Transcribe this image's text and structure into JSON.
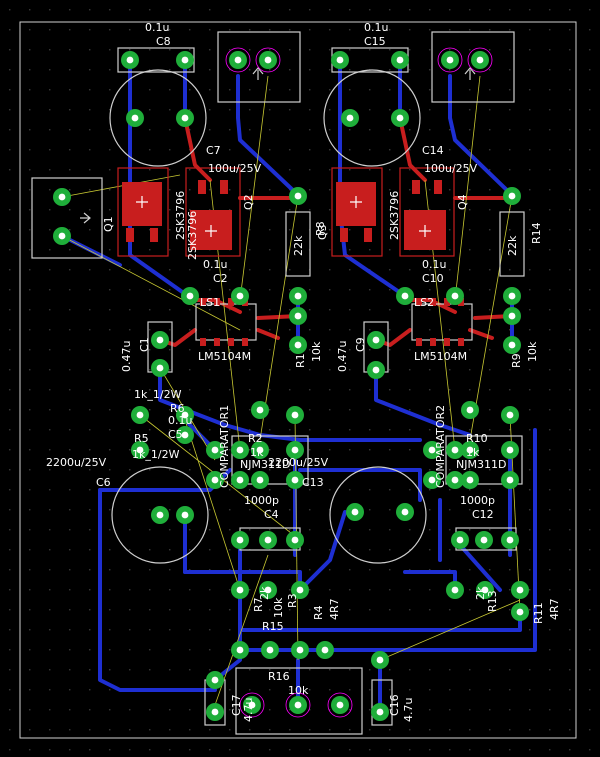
{
  "colors": {
    "background": "#000000",
    "grid_dot": "#3a3a3a",
    "outline": "#cfcfcf",
    "pad": "#1fae3a",
    "drill": "#ff00ff",
    "top_copper": "#c81e1e",
    "bottom_copper": "#1e2fd2",
    "airwire": "#c8c832",
    "text": "#ffffff"
  },
  "labels": {
    "c8_val": "0.1u",
    "c8": "C8",
    "c15_val": "0.1u",
    "c15": "C15",
    "c7": "C7",
    "c7_val": "100u/25V",
    "c14": "C14",
    "c14_val": "100u/25V",
    "q1": "Q1",
    "q1_part": "2SK3796",
    "q2": "Q2",
    "q2_part": "2SK3796",
    "q3": "Q3",
    "q3_part": "2SK3796",
    "q4": "Q4",
    "r8_val": "22k",
    "r8": "R8",
    "r14_val": "22k",
    "r14": "R14",
    "c2_val": "0.1u",
    "c2": "C2",
    "c10_val": "0.1u",
    "c10": "C10",
    "ls1": "LS1",
    "ls2": "LS2",
    "lm1": "LM5104M",
    "lm2": "LM5104M",
    "c1_val": "0.47u",
    "c1": "C1",
    "c9_val": "0.47u",
    "c9": "C9",
    "r1": "R1",
    "r1_val": "10k",
    "r9": "R9",
    "r9_val": "10k",
    "r6_val": "1k_1/2W",
    "r6": "R6",
    "r5": "R5",
    "r5_val": "1k_1/2W",
    "c5_val": "0.1u",
    "c5": "C5",
    "comp1": "COMPARATOR1",
    "comp2": "COMPARATOR2",
    "r2": "R2",
    "r2_val": "1k",
    "r10": "R10",
    "r10_val": "1k",
    "ic1": "NJM311D",
    "ic2": "NJM311D",
    "c6_val": "2200u/25V",
    "c6": "C6",
    "c13_val": "2200u/25V",
    "c13": "C13",
    "c4_val": "1000p",
    "c4": "C4",
    "c12_val": "1000p",
    "c12": "C12",
    "r7_val": "2k",
    "r7": "R7",
    "r3_val": "10k",
    "r3": "R3",
    "r4": "R4",
    "r4_val": "4R7",
    "r13_val": "2k",
    "r13": "R13",
    "r11": "R11",
    "r11_val": "4R7",
    "r15": "R15",
    "r16": "R16",
    "r16_val": "10k",
    "c17": "C17",
    "c17_val": "4.7u",
    "c16": "C16",
    "c16_val": "4.7u"
  }
}
